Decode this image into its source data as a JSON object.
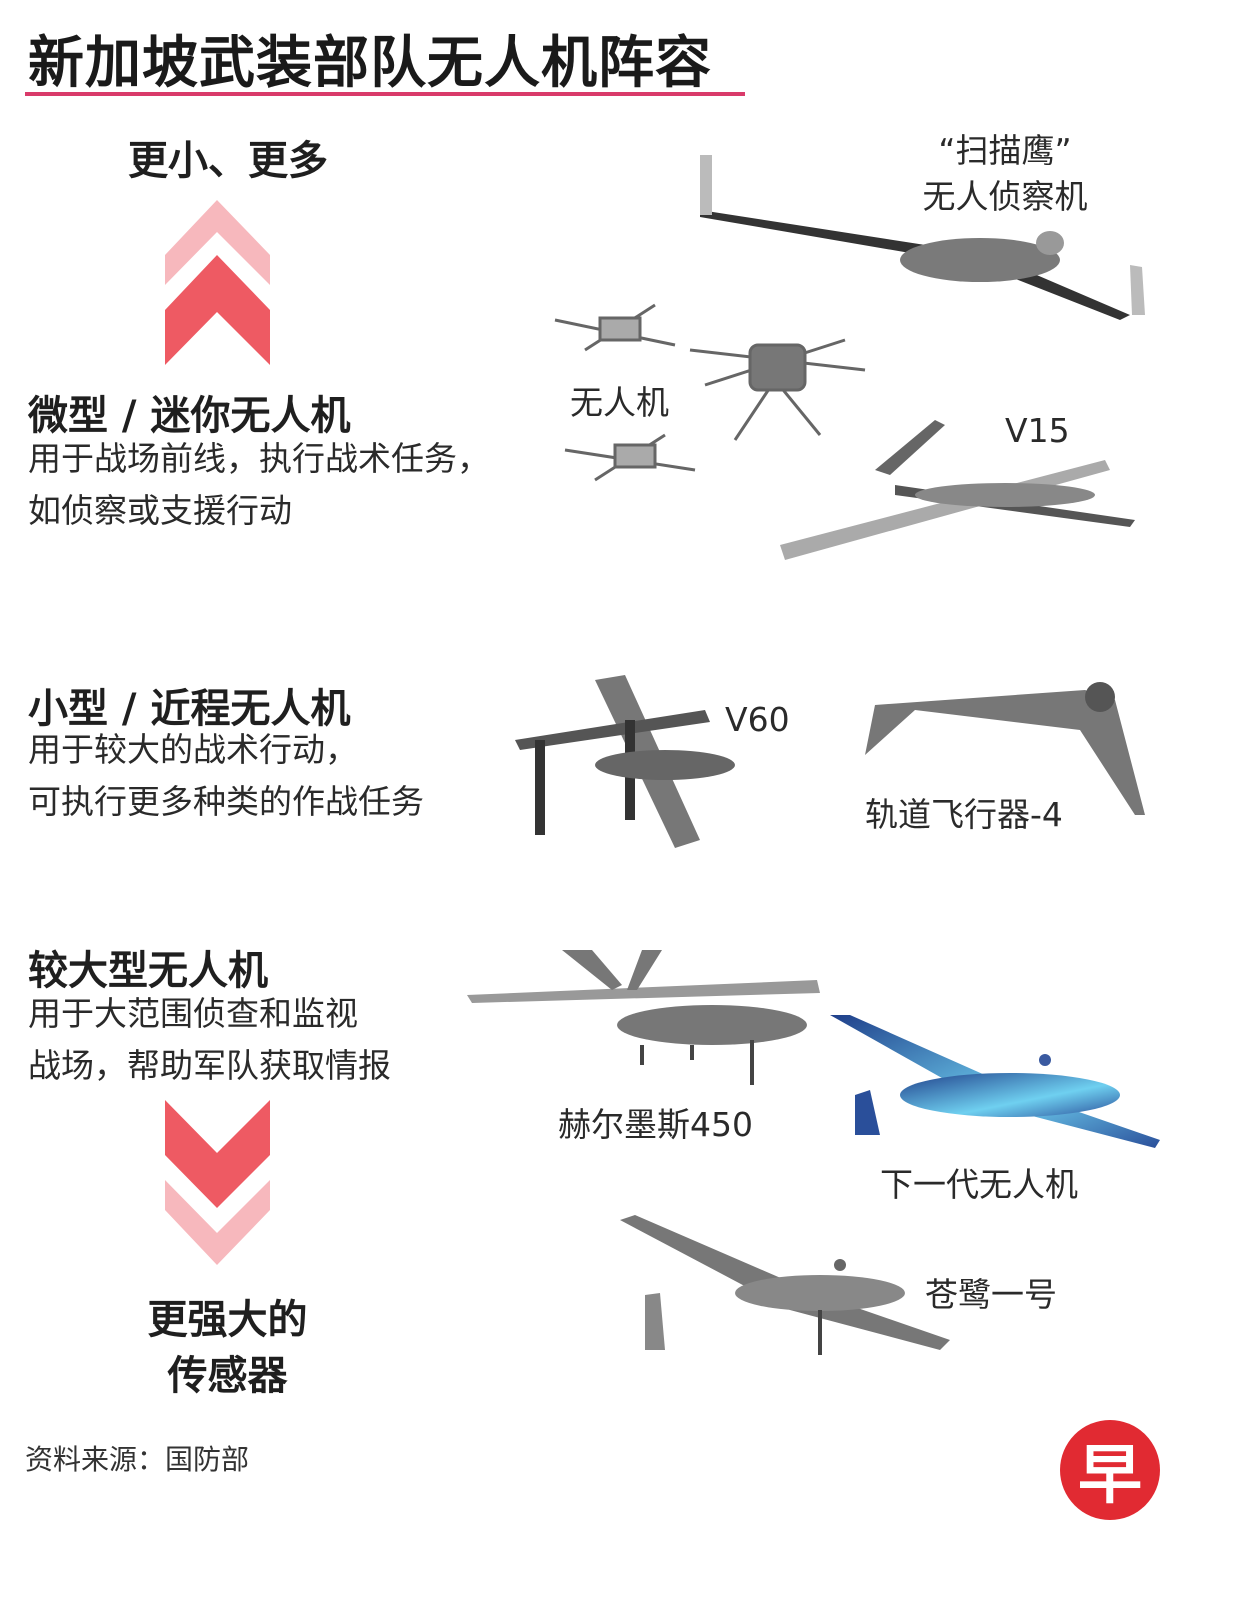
{
  "title": "新加坡武装部队无人机阵容",
  "top_label": "更小、更多",
  "bottom_label": [
    "更强大的",
    "传感器"
  ],
  "sections": [
    {
      "heading": "微型 / 迷你无人机",
      "desc": [
        "用于战场前线，执行战术任务，",
        "如侦察或支援行动"
      ]
    },
    {
      "heading": "小型 / 近程无人机",
      "desc": [
        "用于较大的战术行动，",
        "可执行更多种类的作战任务"
      ]
    },
    {
      "heading": "较大型无人机",
      "desc": [
        "用于大范围侦查和监视",
        "战场，帮助军队获取情报"
      ]
    }
  ],
  "drones": {
    "scaneagle": [
      "“扫描鹰”",
      "无人侦察机"
    ],
    "quadcopter": "无人机",
    "v15": "V15",
    "v60": "V60",
    "orbiter": "轨道飞行器-4",
    "hermes": "赫尔墨斯450",
    "nextgen": "下一代无人机",
    "heron": "苍鹭一号"
  },
  "source": "资料来源：国防部",
  "logo_text": "早",
  "colors": {
    "accent": "#d93a6a",
    "arrow_dark": "#ee5a63",
    "arrow_light": "#f7b8bd",
    "logo": "#e12a32",
    "drone_gray": "#8a8a8a"
  }
}
